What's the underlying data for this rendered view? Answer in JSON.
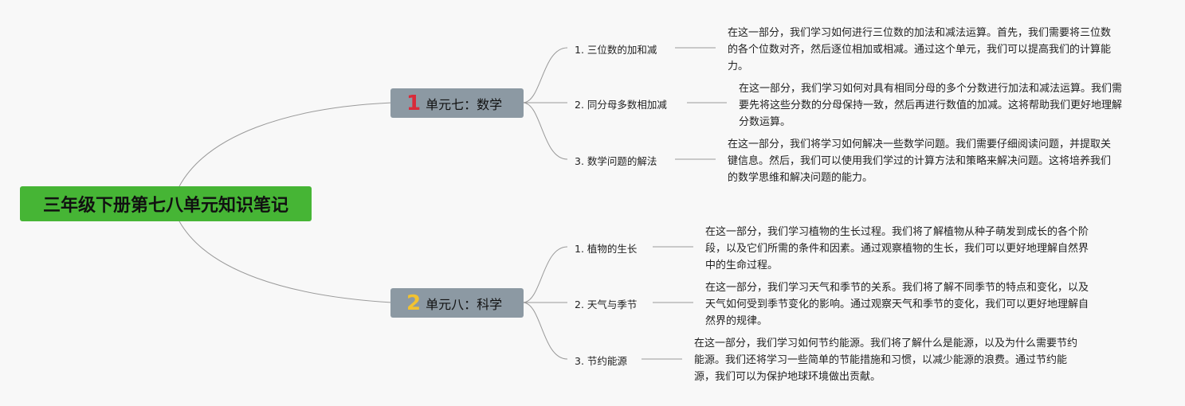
{
  "root": {
    "title": "三年级下册第七八单元知识笔记"
  },
  "branches": [
    {
      "number": "1",
      "number_color": "#d92b3a",
      "label": "单元七：数学",
      "topics": [
        {
          "label": "1. 三位数的加和减",
          "description": "在这一部分，我们学习如何进行三位数的加法和减法运算。首先，我们需要将三位数的各个位数对齐，然后逐位相加或相减。通过这个单元，我们可以提高我们的计算能力。"
        },
        {
          "label": "2. 同分母多数相加减",
          "description": "在这一部分，我们学习如何对具有相同分母的多个分数进行加法和减法运算。我们需要先将这些分数的分母保持一致，然后再进行数值的加减。这将帮助我们更好地理解分数运算。"
        },
        {
          "label": "3. 数学问题的解法",
          "description": "在这一部分，我们将学习如何解决一些数学问题。我们需要仔细阅读问题，并提取关键信息。然后，我们可以使用我们学过的计算方法和策略来解决问题。这将培养我们的数学思维和解决问题的能力。"
        }
      ]
    },
    {
      "number": "2",
      "number_color": "#f2c230",
      "label": "单元八：科学",
      "topics": [
        {
          "label": "1. 植物的生长",
          "description": "在这一部分，我们学习植物的生长过程。我们将了解植物从种子萌发到成长的各个阶段，以及它们所需的条件和因素。通过观察植物的生长，我们可以更好地理解自然界中的生命过程。"
        },
        {
          "label": "2. 天气与季节",
          "description": "在这一部分，我们学习天气和季节的关系。我们将了解不同季节的特点和变化，以及天气如何受到季节变化的影响。通过观察天气和季节的变化，我们可以更好地理解自然界的规律。"
        },
        {
          "label": "3. 节约能源",
          "description": "在这一部分，我们学习如何节约能源。我们将了解什么是能源，以及为什么需要节约能源。我们还将学习一些简单的节能措施和习惯，以减少能源的浪费。通过节约能源，我们可以为保护地球环境做出贡献。"
        }
      ]
    }
  ]
}
